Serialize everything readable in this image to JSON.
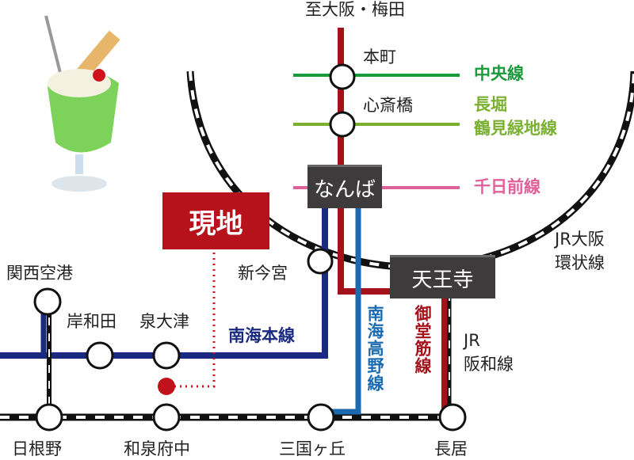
{
  "colors": {
    "midosuji": "#a3121a",
    "chuo": "#1a9a3a",
    "nagahori": "#7ab030",
    "sennichimae": "#e0609a",
    "nankai_main": "#1a2a80",
    "koya": "#1a6ab0",
    "site": "#b5121b"
  },
  "destination": "至大阪・梅田",
  "site_label": "現地",
  "hubs": {
    "namba": "なんば",
    "tennoji": "天王寺"
  },
  "stations": {
    "honmachi": "本町",
    "shinsaibashi": "心斎橋",
    "shin_imamiya": "新今宮",
    "kansai_airport": "関西空港",
    "kishiwada": "岸和田",
    "izumiotsu": "泉大津",
    "hineno": "日根野",
    "izumifuchu": "和泉府中",
    "mikunigaoka": "三国ヶ丘",
    "nagai": "長居"
  },
  "lines": {
    "chuo": "中央線",
    "nagahori_1": "長堀",
    "nagahori_2": "鶴見緑地線",
    "sennichimae": "千日前線",
    "jr_loop_1": "JR大阪",
    "jr_loop_2": "環状線",
    "nankai_main": "南海本線",
    "nankai_koya": "南海高野線",
    "midosuji": "御堂筋線",
    "jr_hanwa_1": "JR",
    "jr_hanwa_2": "阪和線"
  }
}
